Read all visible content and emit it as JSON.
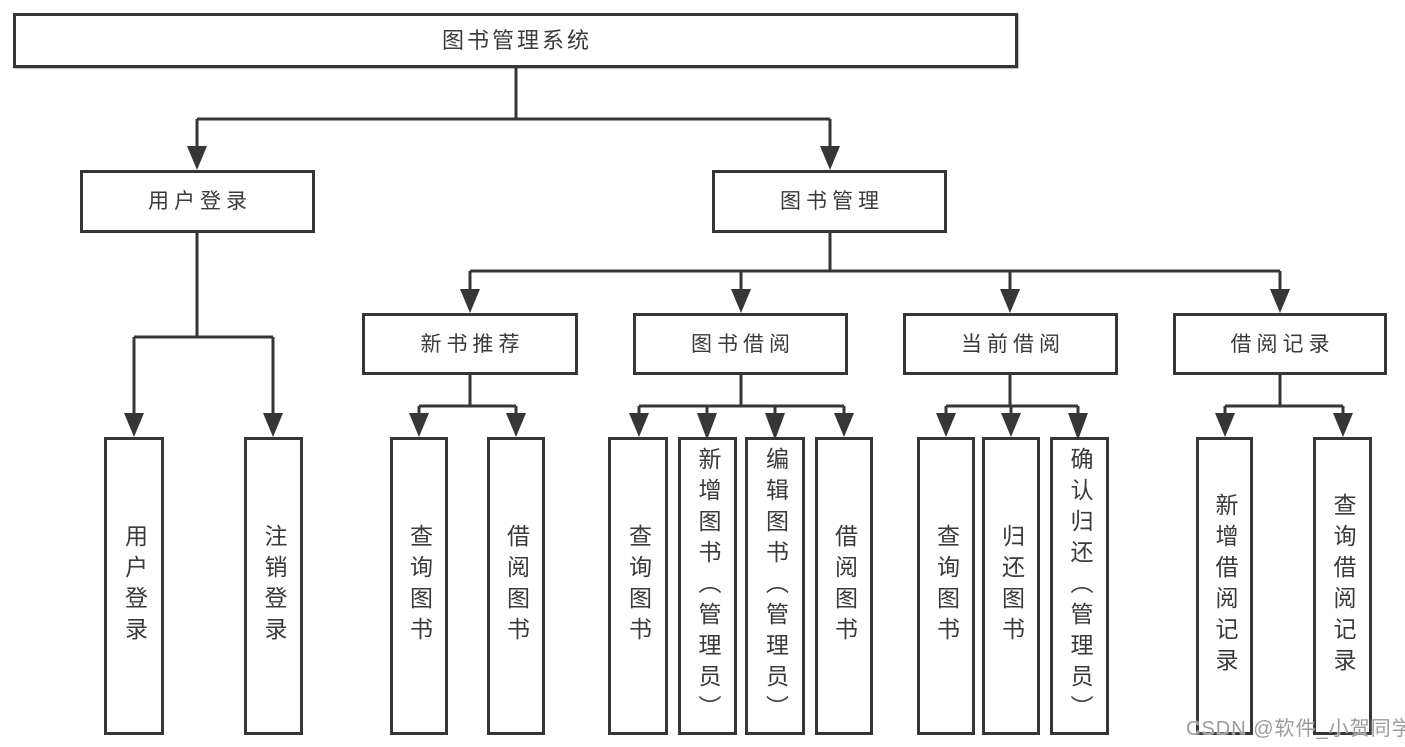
{
  "tree": {
    "root": "图书管理系统",
    "branches": [
      {
        "label": "用户登录",
        "children": [
          "用户登录",
          "注销登录"
        ]
      },
      {
        "label": "图书管理",
        "sections": [
          {
            "label": "新书推荐",
            "children": [
              "查询图书",
              "借阅图书"
            ]
          },
          {
            "label": "图书借阅",
            "children": [
              "查询图书",
              "新增图书（管理员）",
              "编辑图书（管理员）",
              "借阅图书"
            ]
          },
          {
            "label": "当前借阅",
            "children": [
              "查询图书",
              "归还图书",
              "确认归还（管理员）"
            ]
          },
          {
            "label": "借阅记录",
            "children": [
              "新增借阅记录",
              "查询借阅记录"
            ]
          }
        ]
      }
    ]
  },
  "watermark": "CSDN @软件_小贺同学",
  "colors": {
    "line": "#363636",
    "text": "#3a3a3a",
    "watermark": "#9b9b9b",
    "background": "#ffffff"
  }
}
